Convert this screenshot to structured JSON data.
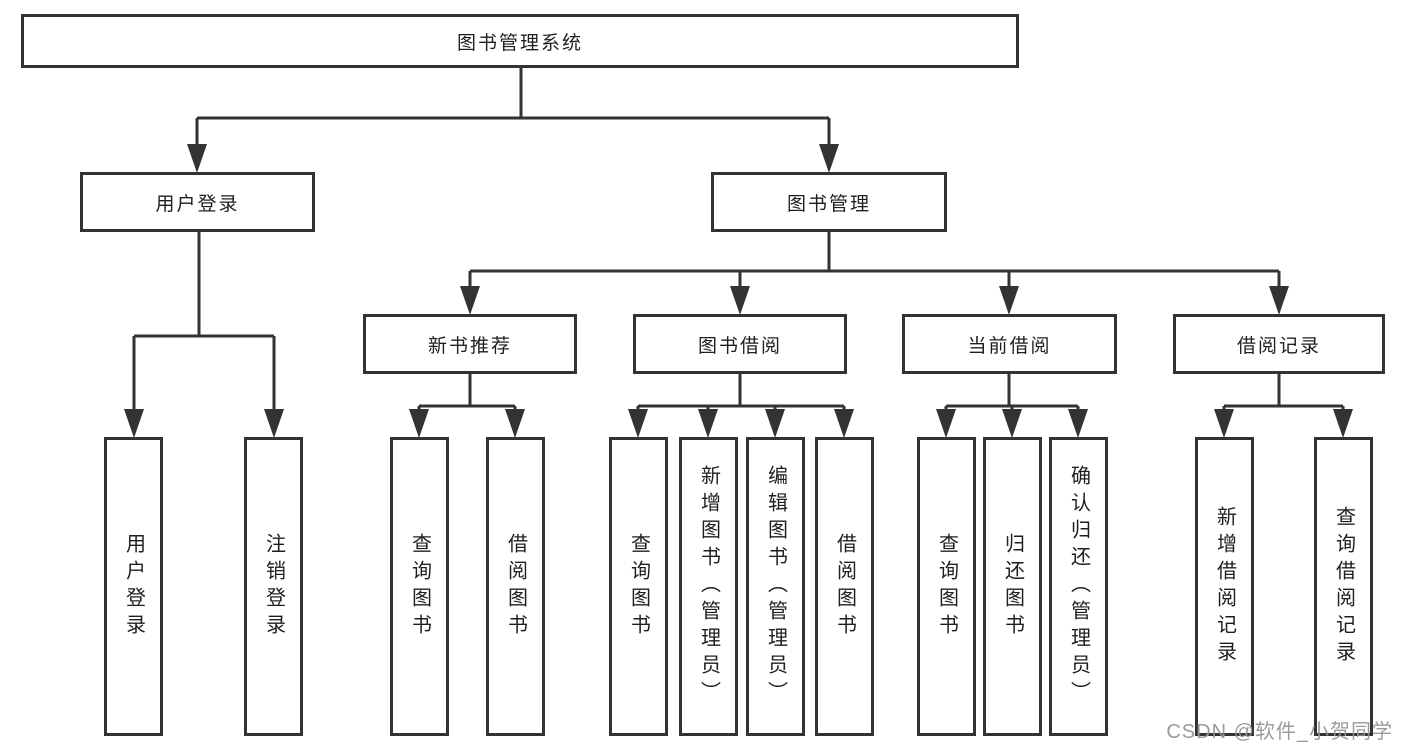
{
  "root": {
    "label": "图书管理系统"
  },
  "branches": [
    {
      "label": "用户登录",
      "children": [
        {
          "label": "用户登录"
        },
        {
          "label": "注销登录"
        }
      ]
    },
    {
      "label": "图书管理",
      "children": [
        {
          "label": "新书推荐",
          "children": [
            {
              "label": "查询图书"
            },
            {
              "label": "借阅图书"
            }
          ]
        },
        {
          "label": "图书借阅",
          "children": [
            {
              "label": "查询图书"
            },
            {
              "label": "新增图书（管理员）"
            },
            {
              "label": "编辑图书（管理员）"
            },
            {
              "label": "借阅图书"
            }
          ]
        },
        {
          "label": "当前借阅",
          "children": [
            {
              "label": "查询图书"
            },
            {
              "label": "归还图书"
            },
            {
              "label": "确认归还（管理员）"
            }
          ]
        },
        {
          "label": "借阅记录",
          "children": [
            {
              "label": "新增借阅记录"
            },
            {
              "label": "查询借阅记录"
            }
          ]
        }
      ]
    }
  ],
  "watermark": "CSDN @软件_小贺同学",
  "colors": {
    "line": "#333333",
    "box_border": "#333333",
    "text": "#1f1f1f",
    "watermark": "#969696",
    "background": "#ffffff"
  }
}
